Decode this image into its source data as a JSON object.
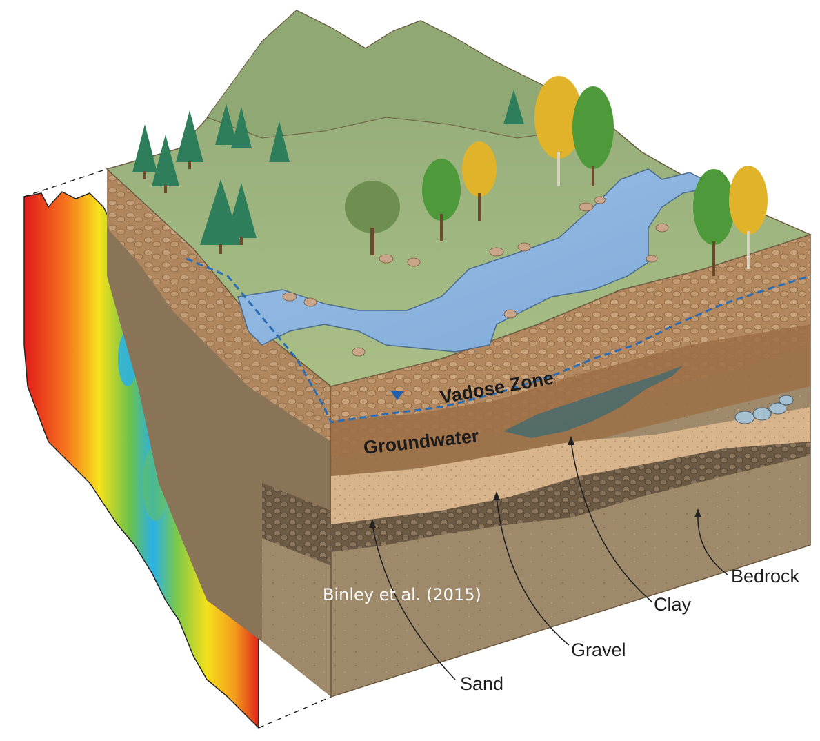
{
  "diagram": {
    "zones": {
      "vadose": "Vadose Zone",
      "groundwater": "Groundwater"
    },
    "labels": {
      "sand": "Sand",
      "gravel": "Gravel",
      "clay": "Clay",
      "bedrock": "Bedrock"
    },
    "credit": "Binley et al. (2015)",
    "colors": {
      "surface_grass": "#a9bf86",
      "mountain": "#8fa874",
      "river": "#8fb6e0",
      "soil_brown": "#a07a55",
      "bedrock": "#a08e72",
      "water_table": "#2a6db5",
      "clay": "#4d6b6b"
    }
  }
}
